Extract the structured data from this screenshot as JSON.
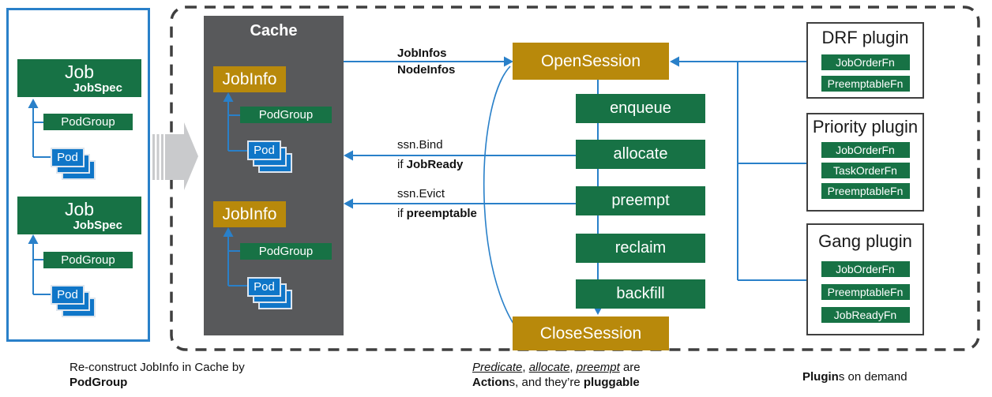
{
  "colors": {
    "green": "#177245",
    "gold": "#B8890B",
    "blue": "#0F76C8",
    "line": "#2980C9",
    "cachegray": "#58595B",
    "dashgray": "#3F3F3F",
    "arrowgray": "#C9CACC"
  },
  "left_panel": {
    "groups": [
      {
        "job_label": "Job",
        "job_spec_label": "JobSpec",
        "podgroup_label": "PodGroup",
        "pod_label": "Pod"
      },
      {
        "job_label": "Job",
        "job_spec_label": "JobSpec",
        "podgroup_label": "PodGroup",
        "pod_label": "Pod"
      }
    ]
  },
  "cache": {
    "title": "Cache",
    "groups": [
      {
        "jobinfo_label": "JobInfo",
        "podgroup_label": "PodGroup",
        "pod_label": "Pod"
      },
      {
        "jobinfo_label": "JobInfo",
        "podgroup_label": "PodGroup",
        "pod_label": "Pod"
      }
    ]
  },
  "flow": {
    "open_session": "OpenSession",
    "close_session": "CloseSession",
    "actions": [
      "enqueue",
      "allocate",
      "preempt",
      "reclaim",
      "backfill"
    ]
  },
  "edge_labels": {
    "to_open_line1": "JobInfos",
    "to_open_line2": "NodeInfos",
    "bind_call": "ssn.Bind",
    "bind_cond_prefix": "if ",
    "bind_cond": "JobReady",
    "evict_call": "ssn.Evict",
    "evict_cond_prefix": "if ",
    "evict_cond": "preemptable"
  },
  "plugins": [
    {
      "title": "DRF plugin",
      "fns": [
        "JobOrderFn",
        "PreemptableFn"
      ]
    },
    {
      "title": "Priority plugin",
      "fns": [
        "JobOrderFn",
        "TaskOrderFn",
        "PreemptableFn"
      ]
    },
    {
      "title": "Gang plugin",
      "fns": [
        "JobOrderFn",
        "PreemptableFn",
        "JobReadyFn"
      ]
    }
  ],
  "captions": {
    "left": {
      "line1": "Re-construct JobInfo in Cache by",
      "line2": "PodGroup"
    },
    "middle": {
      "word1": "Predicate",
      "sep1": ", ",
      "word2": "allocate",
      "sep2": ", ",
      "word3": "preempt",
      "suffix": " are",
      "line2_bold1": "Action",
      "line2_text": "s, and they’re ",
      "line2_bold2": "pluggable"
    },
    "right": {
      "bold": "Plugin",
      "rest": "s on demand"
    }
  }
}
